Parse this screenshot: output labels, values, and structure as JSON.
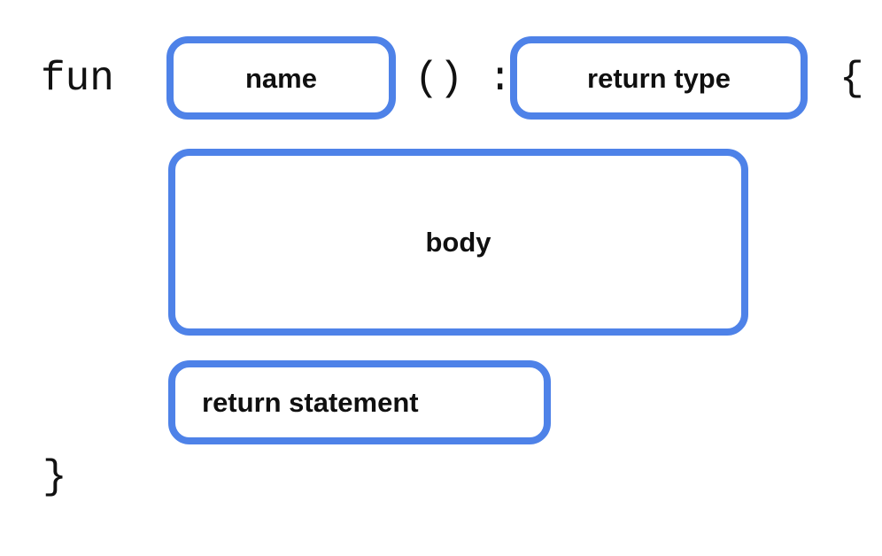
{
  "diagram": {
    "title": "Kotlin function declaration syntax template",
    "accent_color": "#4e82e8",
    "text_color": "#101010",
    "background_color": "#ffffff",
    "syntax_tokens": {
      "fun_keyword": "fun",
      "parens_colon": "() :",
      "open_brace": "{",
      "close_brace": "}"
    },
    "slots": [
      {
        "id": "name",
        "label": "name",
        "align": "center"
      },
      {
        "id": "return_type",
        "label": "return type",
        "align": "center"
      },
      {
        "id": "body",
        "label": "body",
        "align": "center"
      },
      {
        "id": "return_statement",
        "label": "return statement",
        "align": "left"
      }
    ]
  }
}
